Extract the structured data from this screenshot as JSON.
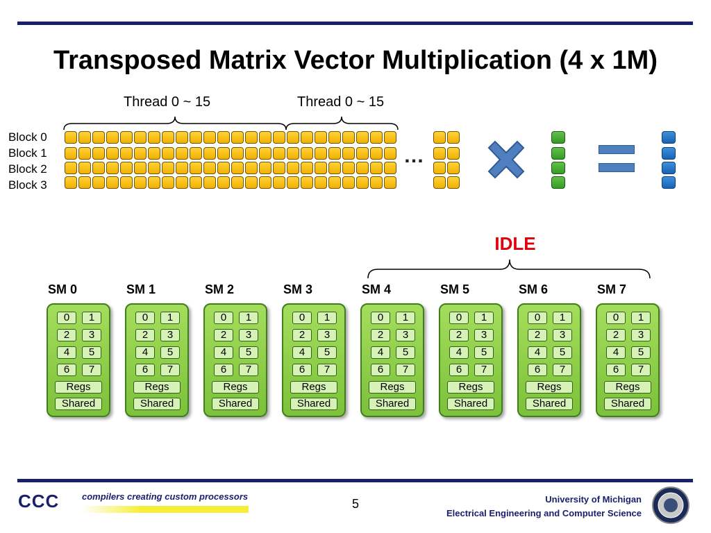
{
  "title": "Transposed Matrix Vector Multiplication (4 x 1M)",
  "thread_labels": [
    "Thread 0 ~ 15",
    "Thread 0 ~ 15"
  ],
  "block_labels": [
    "Block 0",
    "Block 1",
    "Block 2",
    "Block 3"
  ],
  "matrix": {
    "rows": 4,
    "left_columns": 24,
    "right_columns": 2,
    "ellipsis": "…"
  },
  "operators": {
    "multiply": "multiply-sign",
    "equals": "equals-sign"
  },
  "vectors": {
    "input_length": 4,
    "output_length": 4
  },
  "idle_label": "IDLE",
  "sms": [
    {
      "label": "SM 0",
      "idle": false
    },
    {
      "label": "SM 1",
      "idle": false
    },
    {
      "label": "SM 2",
      "idle": false
    },
    {
      "label": "SM 3",
      "idle": false
    },
    {
      "label": "SM 4",
      "idle": true
    },
    {
      "label": "SM 5",
      "idle": true
    },
    {
      "label": "SM 6",
      "idle": true
    },
    {
      "label": "SM 7",
      "idle": true
    }
  ],
  "sm_cores": [
    "0",
    "1",
    "2",
    "3",
    "4",
    "5",
    "6",
    "7"
  ],
  "sm_regs_label": "Regs",
  "sm_shared_label": "Shared",
  "footer": {
    "logo_text": "CCC",
    "tagline": "compilers creating custom processors",
    "page_number": "5",
    "university": "University of Michigan",
    "department": "Electrical Engineering and Computer Science"
  },
  "colors": {
    "rule": "#1a1f6b",
    "matrix_cell": "#f5b800",
    "input_vector": "#3aa42a",
    "output_vector": "#1f70c1",
    "operator": "#4f7fbf",
    "sm_fill": "#8ccf46",
    "idle_text": "#e0000c"
  }
}
